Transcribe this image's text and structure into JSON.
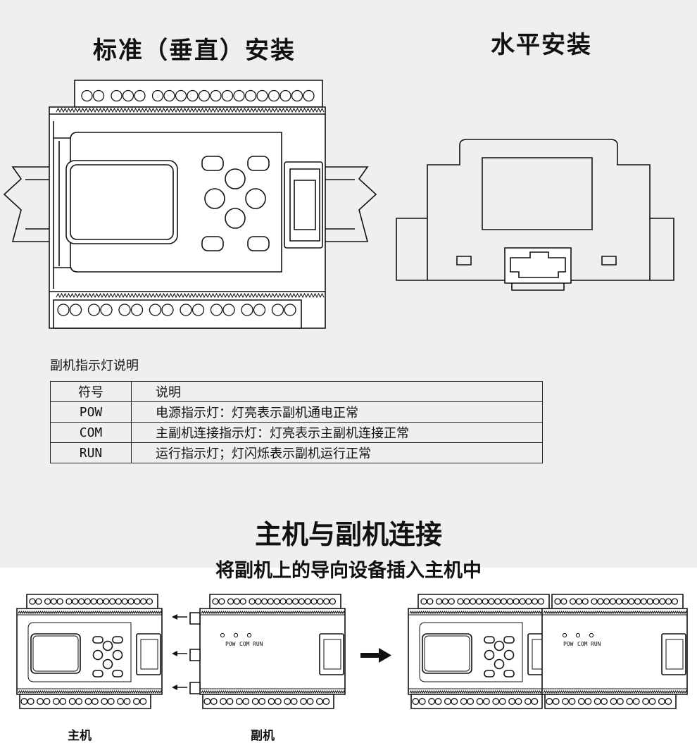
{
  "headings": {
    "standard_mount": "标准（垂直）安装",
    "horizontal_mount": "水平安装",
    "connection_title": "主机与副机连接",
    "connection_subtitle": "将副机上的导向设备插入主机中"
  },
  "led_table": {
    "caption": "副机指示灯说明",
    "header": {
      "symbol": "符号",
      "description": "说明"
    },
    "rows": [
      {
        "symbol": "POW",
        "description": "电源指示灯：灯亮表示副机通电正常"
      },
      {
        "symbol": "COM",
        "description": "主副机连接指示灯：灯亮表示主副机连接正常"
      },
      {
        "symbol": "RUN",
        "description": "运行指示灯；灯闪烁表示副机运行正常"
      }
    ]
  },
  "device_labels": {
    "main_unit": "主机",
    "sub_unit": "副机",
    "led_pow": "POW",
    "led_com": "COM",
    "led_run": "RUN"
  },
  "icons": [
    "left-arrow-icon",
    "right-arrow-icon"
  ]
}
